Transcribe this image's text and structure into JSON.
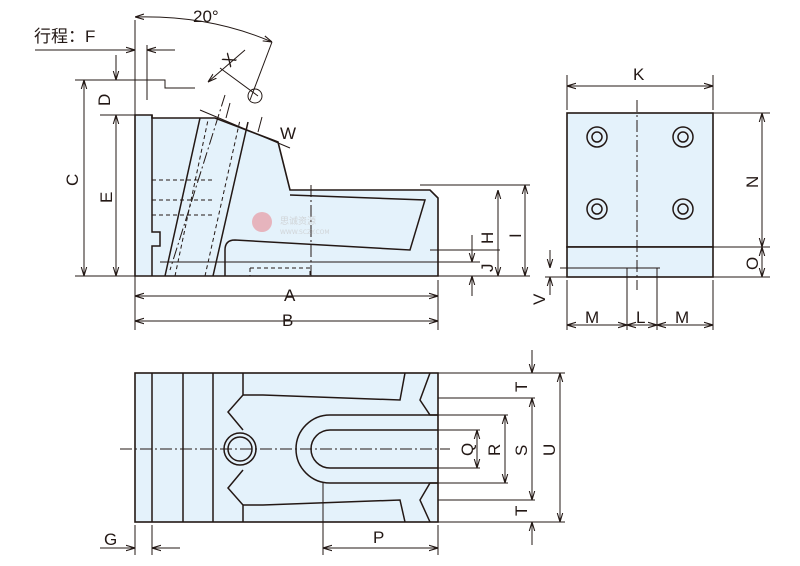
{
  "labels": {
    "stroke": "行程：F",
    "angle": "20°",
    "X": "X",
    "D": "D",
    "C": "C",
    "E": "E",
    "W": "W",
    "H": "H",
    "I": "I",
    "J": "J",
    "A": "A",
    "B": "B",
    "K": "K",
    "N": "N",
    "O": "O",
    "V": "V",
    "M1": "M",
    "L": "L",
    "M2": "M",
    "T1": "T",
    "Q": "Q",
    "R": "R",
    "S": "S",
    "U": "U",
    "T2": "T",
    "G": "G",
    "P": "P"
  },
  "watermark": {
    "name": "思诚资源",
    "url": "WWW.SCZY.COM"
  },
  "colors": {
    "part_fill": "#e4f2fb",
    "line": "#231815",
    "watermark_logo": "#e89aa3"
  }
}
